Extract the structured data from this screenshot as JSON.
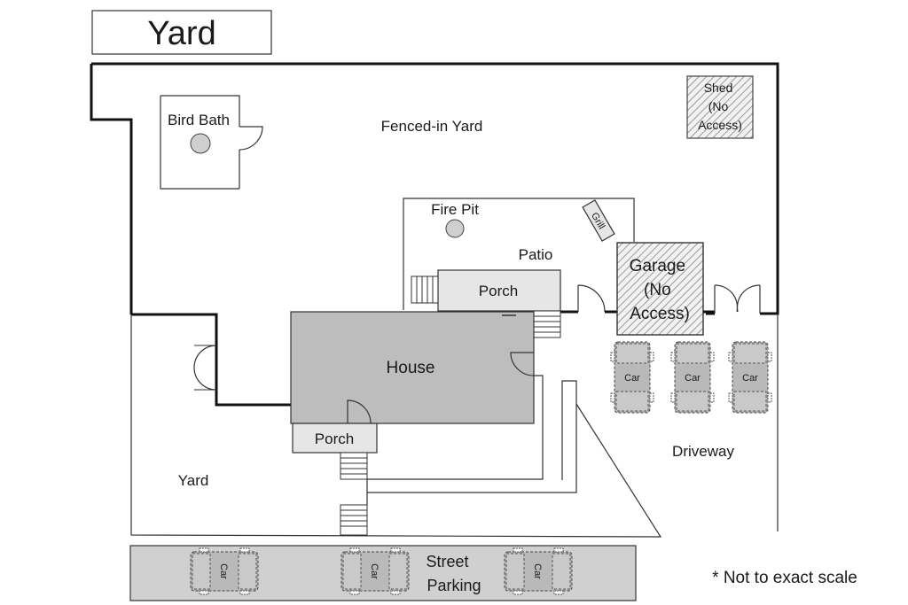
{
  "title": "Yard",
  "labels": {
    "bird_bath": "Bird Bath",
    "fenced_yard": "Fenced-in Yard",
    "shed": [
      "Shed",
      "(No",
      "Access)"
    ],
    "fire_pit": "Fire Pit",
    "grill": "Grill",
    "patio": "Patio",
    "porch_back": "Porch",
    "garage": [
      "Garage",
      "(No",
      "Access)"
    ],
    "house": "House",
    "porch_front": "Porch",
    "car": "Car",
    "driveway": "Driveway",
    "yard": "Yard",
    "street_parking": [
      "Street",
      "Parking"
    ],
    "note": "* Not to exact scale"
  },
  "colors": {
    "house_fill": "#bdbdbd",
    "porch_fill": "#e6e6e6",
    "street_fill": "#d0d0d0",
    "wall_stroke": "#111111"
  }
}
